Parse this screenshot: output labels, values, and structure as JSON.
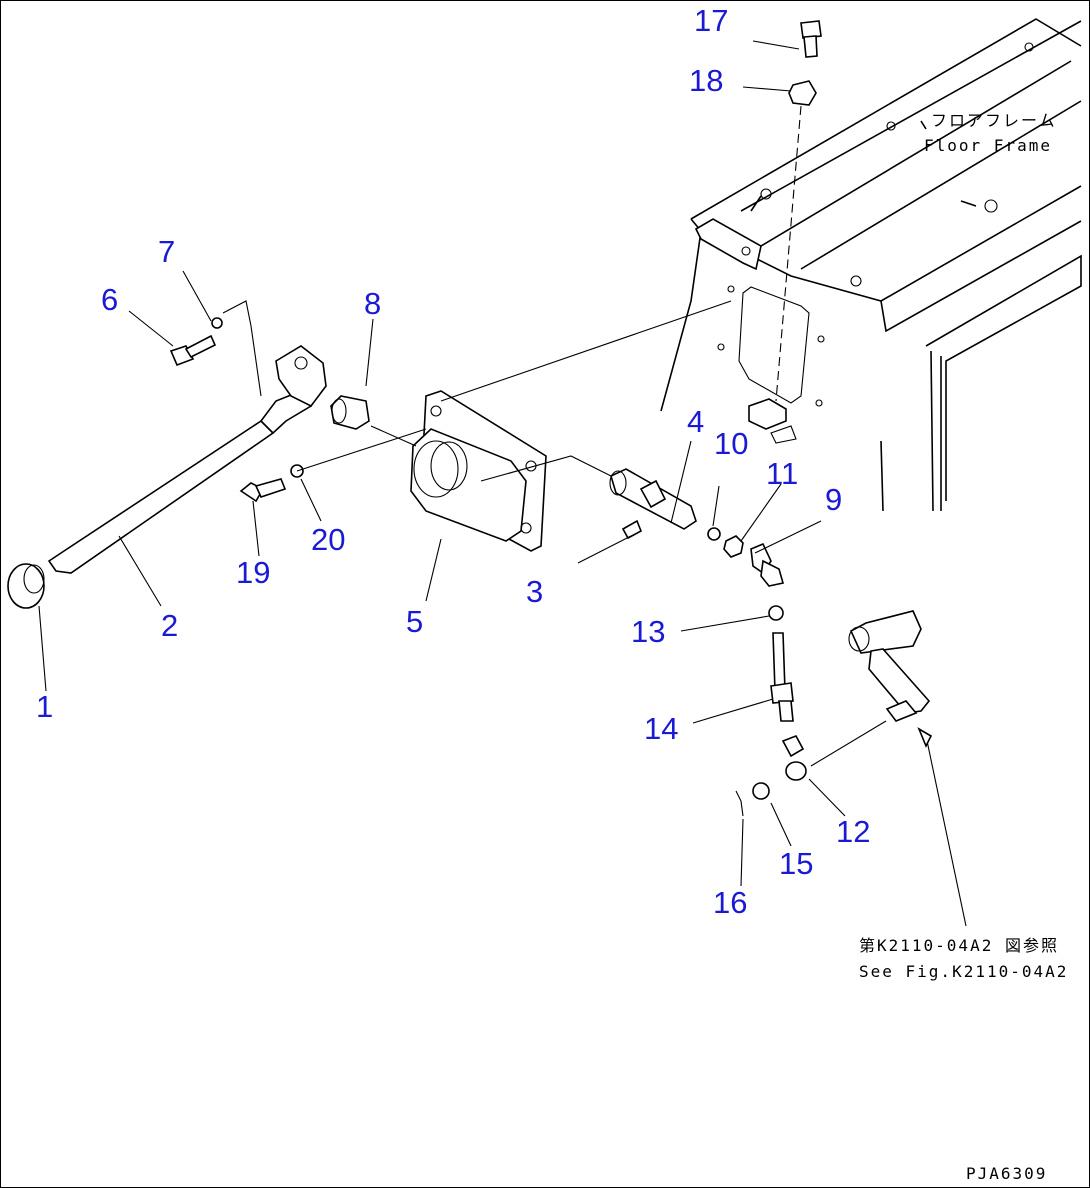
{
  "callouts": [
    "1",
    "2",
    "3",
    "4",
    "5",
    "6",
    "7",
    "8",
    "9",
    "10",
    "11",
    "12",
    "13",
    "14",
    "15",
    "16",
    "17",
    "18",
    "19",
    "20"
  ],
  "notes": {
    "floor_frame_jp": "フロアフレーム",
    "floor_frame_en": "Floor Frame",
    "see_fig_jp": "第K2110-04A2 図参照",
    "see_fig_en": "See Fig.K2110-04A2",
    "drawing_code": "PJA6309"
  },
  "colors": {
    "callout": "#1a1ad6",
    "line": "#000000"
  }
}
